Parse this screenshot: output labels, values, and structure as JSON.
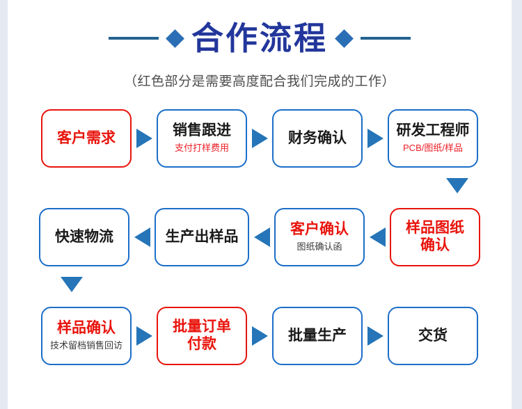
{
  "header": {
    "title": "合作流程",
    "subtitle": "（红色部分是需要高度配合我们完成的工作）",
    "left_diamond_icon": "diamond-icon",
    "right_diamond_icon": "diamond-icon",
    "title_color": "#22369b",
    "accent_color": "#2a6eb5"
  },
  "colors": {
    "blue_border": "#1b6ec8",
    "red_border": "#e8140c",
    "red_text": "#e8140c",
    "arrow_blue": "#2575b8",
    "page_background": "#ffffff",
    "outer_background": "#e4e9f2"
  },
  "flow": {
    "rows": [
      {
        "direction": "right",
        "arrow_icon": "arrow-right-icon",
        "nodes": [
          {
            "label": "客户需求",
            "sub": "",
            "style": "red-box-red-text"
          },
          {
            "label": "销售跟进",
            "sub": "支付打样费用",
            "style": "blue-box-dark-text-red-sub"
          },
          {
            "label": "财务确认",
            "sub": "",
            "style": "blue-box-dark-text"
          },
          {
            "label": "研发工程师",
            "sub": "PCB/图纸/样品",
            "style": "blue-box-dark-text-red-sub"
          }
        ]
      },
      {
        "direction": "left",
        "arrow_icon": "arrow-left-icon",
        "nodes": [
          {
            "label": "快速物流",
            "sub": "",
            "style": "blue-box-dark-text"
          },
          {
            "label": "生产出样品",
            "sub": "",
            "style": "blue-box-dark-text"
          },
          {
            "label": "客户确认",
            "sub": "图纸确认函",
            "style": "blue-box-red-text"
          },
          {
            "label": "样品图纸\n确认",
            "sub": "",
            "style": "red-box-red-text"
          }
        ]
      },
      {
        "direction": "right",
        "arrow_icon": "arrow-right-icon",
        "nodes": [
          {
            "label": "样品确认",
            "sub": "技术留档销售回访",
            "style": "blue-box-red-text"
          },
          {
            "label": "批量订单\n付款",
            "sub": "",
            "style": "red-box-red-text"
          },
          {
            "label": "批量生产",
            "sub": "",
            "style": "blue-box-dark-text"
          },
          {
            "label": "交货",
            "sub": "",
            "style": "blue-box-dark-text"
          }
        ]
      }
    ],
    "connectors": [
      {
        "name": "connector-row1-to-row2",
        "icon": "arrow-down-icon",
        "position": "right"
      },
      {
        "name": "connector-row2-to-row3",
        "icon": "arrow-down-icon",
        "position": "left"
      }
    ]
  }
}
